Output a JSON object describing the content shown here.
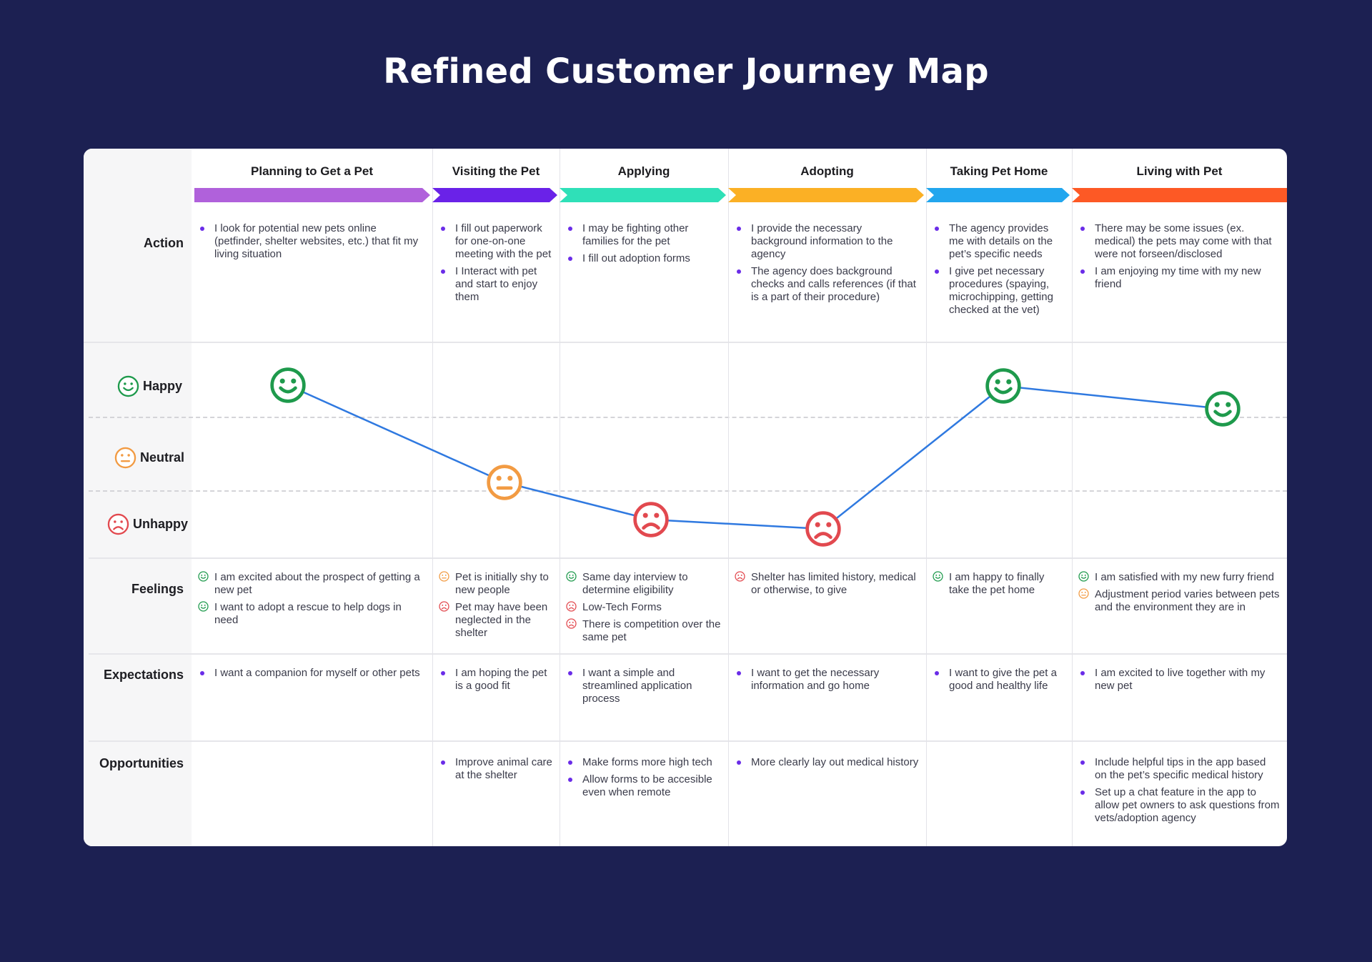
{
  "title": "Refined Customer Journey Map",
  "colors": {
    "background": "#1c2052",
    "happy": "#1e9a4c",
    "neutral": "#f29b43",
    "unhappy": "#e2494f",
    "line": "#2f79e0",
    "bullet": "#6a2ce8"
  },
  "row_labels": {
    "action": "Action",
    "feelings": "Feelings",
    "expectations": "Expectations",
    "opportunities": "Opportunities"
  },
  "moods": {
    "happy": "Happy",
    "neutral": "Neutral",
    "unhappy": "Unhappy"
  },
  "stages": [
    {
      "title": "Planning to Get a Pet",
      "color": "#b061db",
      "actions": [
        "I look for potential new pets online (petfinder, shelter websites, etc.) that fit my living situation"
      ],
      "mood": "happy",
      "feelings": [
        {
          "icon": "happy-icon",
          "text": "I am excited about the prospect of getting a new pet"
        },
        {
          "icon": "happy-icon",
          "text": "I want to adopt a rescue to help dogs in need"
        }
      ],
      "expectations": [
        "I want a companion for myself or other pets"
      ],
      "opportunities": []
    },
    {
      "title": "Visiting the Pet",
      "color": "#6a22e8",
      "actions": [
        "I fill out paperwork for one-on-one meeting with the pet",
        "I Interact with pet and start to enjoy them"
      ],
      "mood": "neutral",
      "feelings": [
        {
          "icon": "neutral-icon",
          "text": "Pet is initially shy to new people"
        },
        {
          "icon": "unhappy-icon",
          "text": "Pet may have been neglected in the shelter"
        }
      ],
      "expectations": [
        "I am hoping the pet is a good fit"
      ],
      "opportunities": [
        "Improve animal care at the shelter"
      ]
    },
    {
      "title": "Applying",
      "color": "#2fe0b8",
      "actions": [
        "I may be fighting other families for the pet",
        "I fill out adoption forms"
      ],
      "mood": "unhappy",
      "feelings": [
        {
          "icon": "happy-icon",
          "text": "Same day interview to determine eligibility"
        },
        {
          "icon": "unhappy-icon",
          "text": "Low-Tech Forms"
        },
        {
          "icon": "unhappy-icon",
          "text": "There is competition over the same pet"
        }
      ],
      "expectations": [
        "I want a simple and streamlined application process"
      ],
      "opportunities": [
        "Make forms more high tech",
        "Allow forms to be accesible even when remote"
      ]
    },
    {
      "title": "Adopting",
      "color": "#fbb025",
      "actions": [
        "I provide the necessary background information to the agency",
        "The agency does background checks and calls references (if that is a part of their procedure)"
      ],
      "mood": "unhappy",
      "feelings": [
        {
          "icon": "unhappy-icon",
          "text": "Shelter has limited history, medical or otherwise, to give"
        }
      ],
      "expectations": [
        "I want to get the necessary information and go home"
      ],
      "opportunities": [
        "More clearly lay out medical history"
      ]
    },
    {
      "title": "Taking Pet Home",
      "color": "#22a6ee",
      "actions": [
        "The agency provides me with details on the pet’s specific needs",
        "I give pet necessary procedures (spaying, microchipping, getting checked at the vet)"
      ],
      "mood": "happy",
      "feelings": [
        {
          "icon": "happy-icon",
          "text": "I am happy to finally take the pet home"
        }
      ],
      "expectations": [
        "I want to give the pet a good and healthy life"
      ],
      "opportunities": []
    },
    {
      "title": "Living with Pet",
      "color": "#fd5925",
      "actions": [
        "There may be some issues (ex. medical) the pets may come with that were not forseen/disclosed",
        "I am enjoying my time with my new friend"
      ],
      "mood": "happy",
      "feelings": [
        {
          "icon": "happy-icon",
          "text": "I am satisfied with my new furry friend"
        },
        {
          "icon": "neutral-icon",
          "text": "Adjustment period varies between pets and the environment they are in"
        }
      ],
      "expectations": [
        "I am excited to live together with my new pet"
      ],
      "opportunities": [
        "Include helpful tips in the app based on the pet’s specific medical history",
        "Set up a chat feature in the app to allow pet owners to ask questions from vets/adoption agency"
      ]
    }
  ]
}
